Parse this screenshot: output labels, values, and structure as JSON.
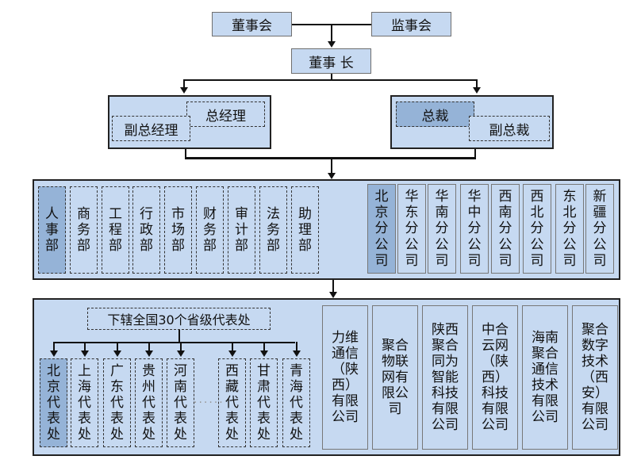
{
  "top": {
    "board": "董事会",
    "supervisors": "监事会",
    "chairman": "董事 长"
  },
  "left_exec": {
    "gm": "总经理",
    "deputy_gm": "副总经理"
  },
  "right_exec": {
    "president": "总裁",
    "vice_president": "副总裁"
  },
  "departments": [
    "人事部",
    "商务部",
    "工程部",
    "行政部",
    "市场部",
    "财务部",
    "审计部",
    "法务部",
    "助理部"
  ],
  "branches": [
    "北京分公司",
    "华东分公司",
    "华南分公司",
    "华中分公司",
    "西南分公司",
    "西北分公司",
    "东北分公司",
    "新疆分公司"
  ],
  "offices_header": "下辖全国30个省级代表处",
  "offices": [
    "北京代表处",
    "上海代表处",
    "广东代表处",
    "贵州代表处",
    "河南代表处",
    "西藏代表处",
    "甘肃代表处",
    "青海代表处"
  ],
  "offices_ellipsis": "······",
  "subsidiaries": [
    [
      "力维",
      "通信",
      "（陕",
      "西）",
      "有限",
      "公司"
    ],
    [
      "聚合",
      "物联",
      "网有",
      "限公",
      "司"
    ],
    [
      "陕西",
      "聚合",
      "同为",
      "智能",
      "科技",
      "有限",
      "公司"
    ],
    [
      "中合",
      "云网",
      "（陕",
      "西）",
      "科技",
      "有限",
      "公司"
    ],
    [
      "海南",
      "聚合",
      "通信",
      "技术",
      "有限",
      "公司"
    ],
    [
      "聚合",
      "数字",
      "技术",
      "（西",
      "安）",
      "有限",
      "公司"
    ]
  ]
}
